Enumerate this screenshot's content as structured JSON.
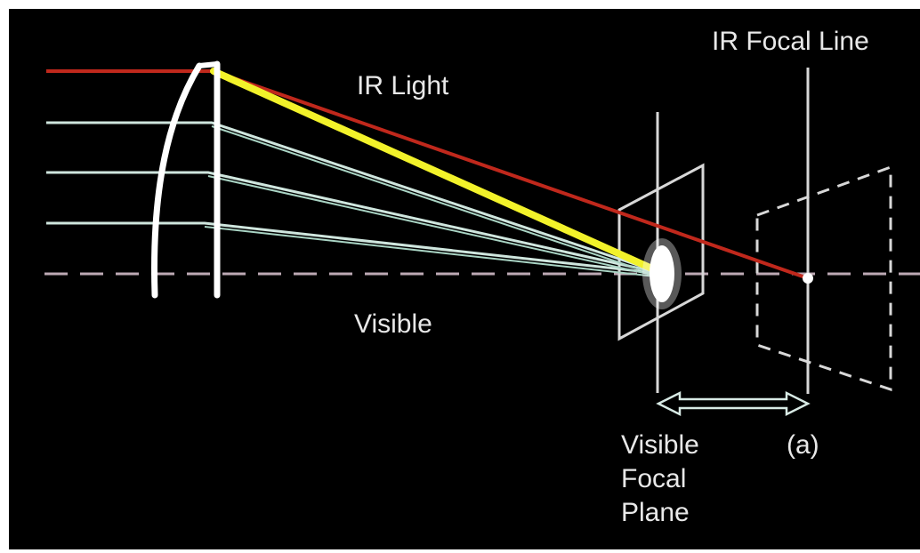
{
  "labels": {
    "ir_focal_line": "IR Focal Line",
    "ir_light": "IR Light",
    "visible": "Visible",
    "visible_focal_plane": "Visible\nFocal\nPlane",
    "distance_marker": "(a)"
  },
  "colors": {
    "background": "#000000",
    "ir_ray": "#c0281c",
    "visible_ray": "#f2f22a",
    "visible_ray_lines": "#cfe6de",
    "lens": "#ffffff",
    "plane_outline": "#d8d8d8",
    "text": "#e8e8e8"
  }
}
